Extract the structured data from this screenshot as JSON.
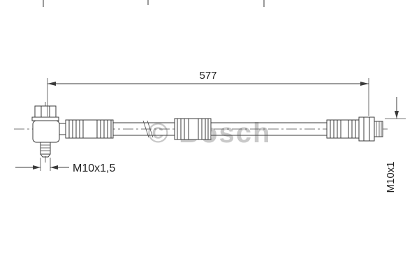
{
  "drawing": {
    "watermark": "© Bosch",
    "dimensions": {
      "overall_length": "577",
      "left_thread": "M10x1,5",
      "right_thread": "M10x1"
    },
    "colors": {
      "line": "#3a3a3a",
      "watermark": "#c9c9c9",
      "background": "#ffffff"
    },
    "part": "brake-hose"
  }
}
